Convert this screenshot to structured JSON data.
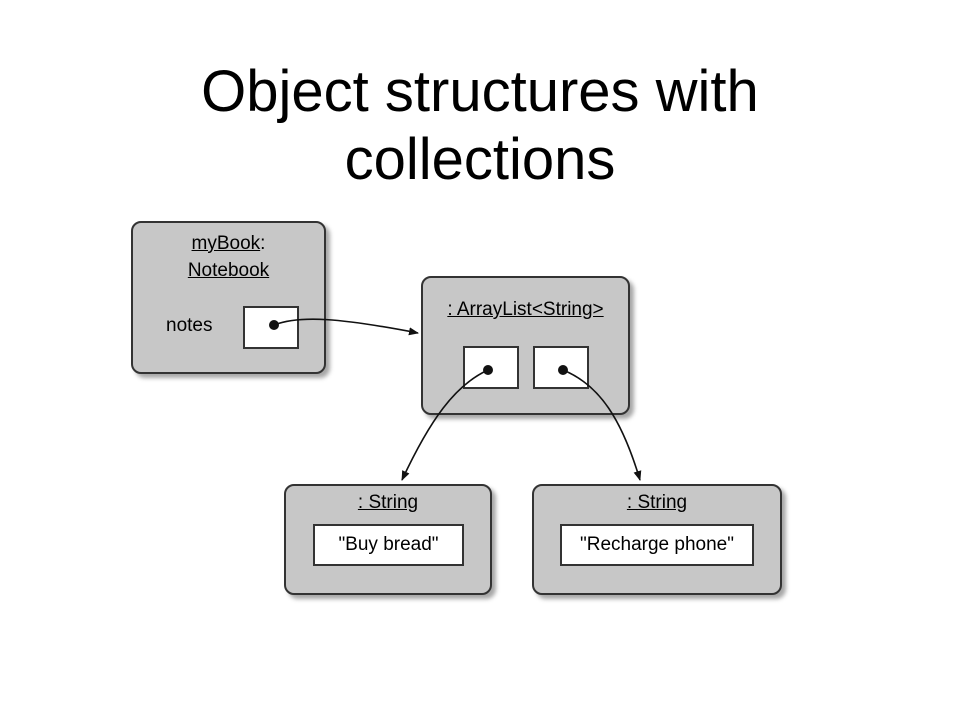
{
  "title_line1": "Object structures with",
  "title_line2": "collections",
  "notebook": {
    "name": "myBook",
    "sep": ":",
    "type": "Notebook",
    "field_label": "notes"
  },
  "arraylist": {
    "title": ": ArrayList<String>"
  },
  "string1": {
    "title": ": String",
    "value": "\"Buy bread\""
  },
  "string2": {
    "title": ": String",
    "value": "\"Recharge phone\""
  },
  "colors": {
    "box_fill": "#c7c7c7",
    "border": "#333333"
  }
}
